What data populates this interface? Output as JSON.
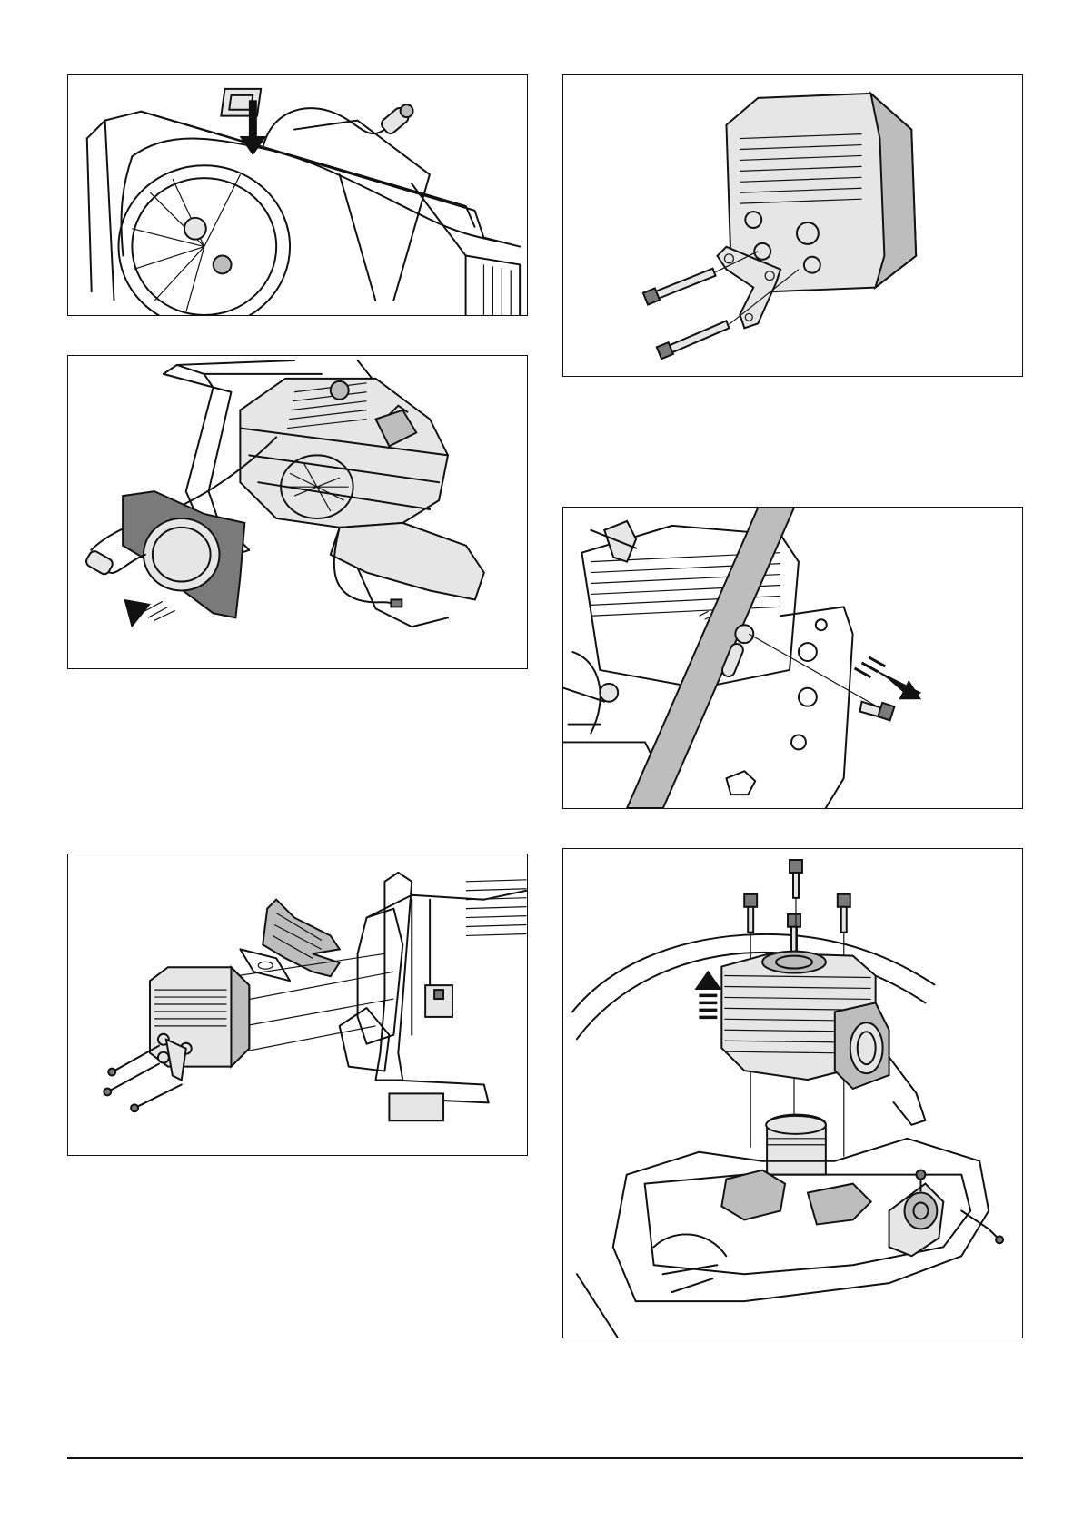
{
  "figures": [
    {
      "id": "fig-1",
      "icon": "ignition-lead-routing-illustration",
      "arrow": "down-arrow-icon"
    },
    {
      "id": "fig-2",
      "icon": "starter-housing-removal-illustration",
      "arrow": "pull-out-arrow-icon"
    },
    {
      "id": "fig-3",
      "icon": "muffler-and-heat-shield-exploded-illustration"
    },
    {
      "id": "fig-4",
      "icon": "muffler-bracket-bolts-illustration"
    },
    {
      "id": "fig-5",
      "icon": "handle-bolt-removal-illustration",
      "arrow": "pull-out-arrow-icon"
    },
    {
      "id": "fig-6",
      "icon": "cylinder-removal-illustration",
      "arrow": "up-arrow-icon"
    }
  ],
  "colors": {
    "line": "#111111",
    "shade_light": "#e6e6e6",
    "shade_mid": "#bdbdbd",
    "shade_dark": "#7a7a7a"
  }
}
